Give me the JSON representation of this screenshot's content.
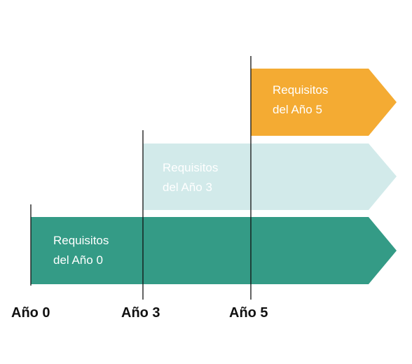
{
  "arrows": [
    {
      "id": "year0",
      "line1": "Requisitos",
      "line2": "del Año 0",
      "color": "#349b86",
      "text_color": "#ffffff"
    },
    {
      "id": "year3",
      "line1": "Requisitos",
      "line2": "del Año 3",
      "color": "#d2eaea",
      "text_color": "#ffffff"
    },
    {
      "id": "year5",
      "line1": "Requisitos",
      "line2": "del Año 5",
      "color": "#f4ab33",
      "text_color": "#ffffff"
    }
  ],
  "timeline": {
    "ticks": [
      "Año 0",
      "Año 3",
      "Año 5"
    ]
  }
}
